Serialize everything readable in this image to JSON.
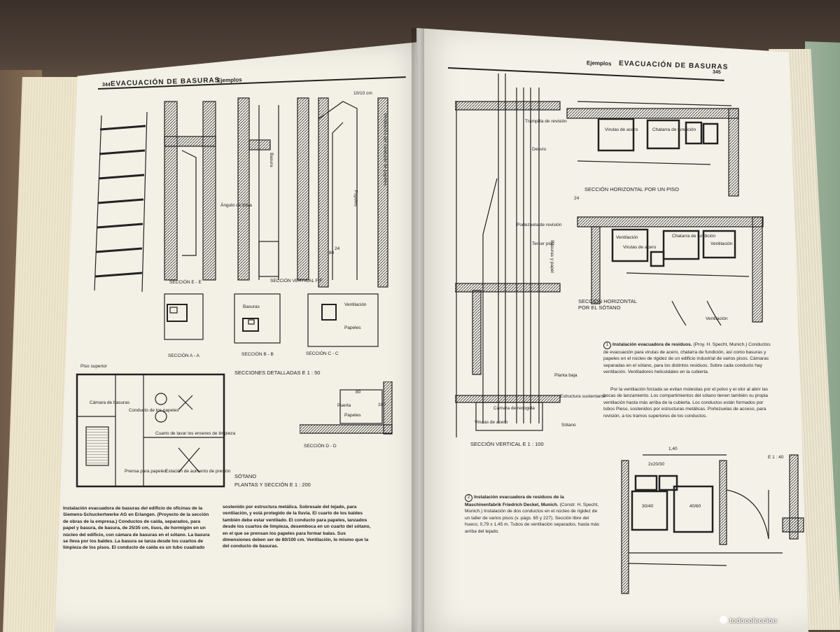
{
  "left_page": {
    "page_number": "344",
    "title": "EVACUACIÓN DE BASURAS",
    "subtitle": "Ejemplos",
    "labels": {
      "sec_e": "SECCIÓN   E - E",
      "sec_vertical_ff": "SECCIÓN VERTICAL F-F",
      "sec_a": "SECCIÓN   A - A",
      "sec_b": "SECCIÓN   B - B",
      "sec_c": "SECCIÓN   C - C",
      "sec_d": "SECCIÓN   D - D",
      "secciones_detalladas": "SECCIONES DETALLADAS   E 1 : 50",
      "sotano": "SÓTANO",
      "plantas_seccion": "PLANTAS Y SECCIÓN   E 1 : 200",
      "basuras": "Basuras",
      "ventilacion": "Ventilación",
      "papeles": "Papeles",
      "puerta": "Puerta",
      "dim_80": "80",
      "dim_100": "100",
      "dim_24": "24",
      "dim_1010": "10/10 cm",
      "ventilacion_conducto_papeles": "Ventilación del conducto de papeles",
      "papeles_v": "Papeles",
      "basura_v": "Basura",
      "angulo_tolva": "Ángulo de tolva",
      "piso_superior": "Piso superior",
      "cuarto_lavar": "Cuarto de lavar los enseres de limpieza",
      "conducto_papeles": "Conducto de los papeles",
      "estacion_prensa": "Estación de aumento de presión",
      "prensa_papeles": "Prensa para papeles",
      "camara_basuras": "Cámara de basuras"
    },
    "caption_bold": "Instalación evacuadora de basuras del edificio de oficinas de la Siemens-Schuckertwerke AG en Erlangen. (Proyecto de la sección de obras de la empresa.) Conductos de caída, separados, para papel y basura, de basura, de 25/35 cm, lisos, de hormigón en un núcleo del edificio, con cámara de basuras en el sótano. La basura se lleva por los baldes. La basura se lanza desde los cuartos de limpieza de los pisos. El conducto de caída es un tubo cuadrado",
    "caption_text": "sostenido por estructura metálica. Sobresale del tejado, para ventilación, y está protegido de la lluvia. El cuarto de los baldes también debe estar ventilado. El conducto para papeles, lanzados desde los cuartos de limpieza, desemboca en un cuarto del sótano, en el que se prensan los papeles para formar balas. Sus dimensiones deben ser de 80/100 cm. Ventilación, lo mismo que la del conducto de basuras."
  },
  "right_page": {
    "page_number": "345",
    "title": "EVACUACIÓN DE BASURAS",
    "subtitle": "Ejemplos",
    "labels": {
      "seccion_horizontal_piso": "SECCIÓN HORIZONTAL   POR UN PISO",
      "seccion_horizontal_sotano": "SECCIÓN HORIZONTAL POR EL SÓTANO",
      "seccion_vertical": "SECCIÓN VERTICAL   E 1 : 100",
      "virutas_acero": "Virutas de acero",
      "chatarra_fundicion": "Chatarra de fundición",
      "ventilacion": "Ventilación",
      "trampilla_revision": "Trampilla de revisión",
      "portezuela_revision": "Portezuela de revisión",
      "tercer_piso": "Tercer piso",
      "planta_baja": "Planta baja",
      "estructura_sustentante": "Estructura sustentante",
      "sotano": "Sótano",
      "camara_recogida": "Cámara de recogida",
      "basuras_papel": "Basuras y papel",
      "desvio": "Desvío",
      "e_1_40": "E 1 : 40",
      "dim_2x20_30": "2x20/30",
      "dim_30_40": "30/40",
      "dim_40_60": "40/60",
      "dim_140": "1,40",
      "dim_24": "24"
    },
    "caption1_title": "Instalación evacuadora de residuos.",
    "caption1_text": "(Proy. H. Specht, Munich.) Conductos de evacuación para virutas de acero, chatarra de fundición, así como basuras y papeles en el núcleo de rigidez de un edificio industrial de varios pisos. Cámaras separadas en el sótano, para los distintos residuos. Sobre cada conducto hay ventilación. Ventiladores helicoidales en la cubierta.",
    "caption1_text2": "Por la ventilación forzada se evitan molestias por el polvo y el olor al abrir las bocas de lanzamiento. Los compartimientos del sótano tienen también su propia ventilación hasta más arriba de la cubierta. Los conductos están formados por tubos Pieso, sostenidos por estructuras metálicas. Portezuelas de acceso, para revisión, a los tramos superiores de los conductos.",
    "caption2_title": "Instalación evacuadora de residuos de la Maschinenfabrik Friedrich Deckel, Munich.",
    "caption2_text": "(Constr. H. Specht, Munich.) Instalación de dos conductos en el núcleo de rigidez de un taller de varios pisos (v. págs. 65 y 227). Sección libre del hueco, 0,79 x 1,45 m. Tubos de ventilación separados, hasta más arriba del tejado."
  },
  "watermark": "todocoleccion"
}
